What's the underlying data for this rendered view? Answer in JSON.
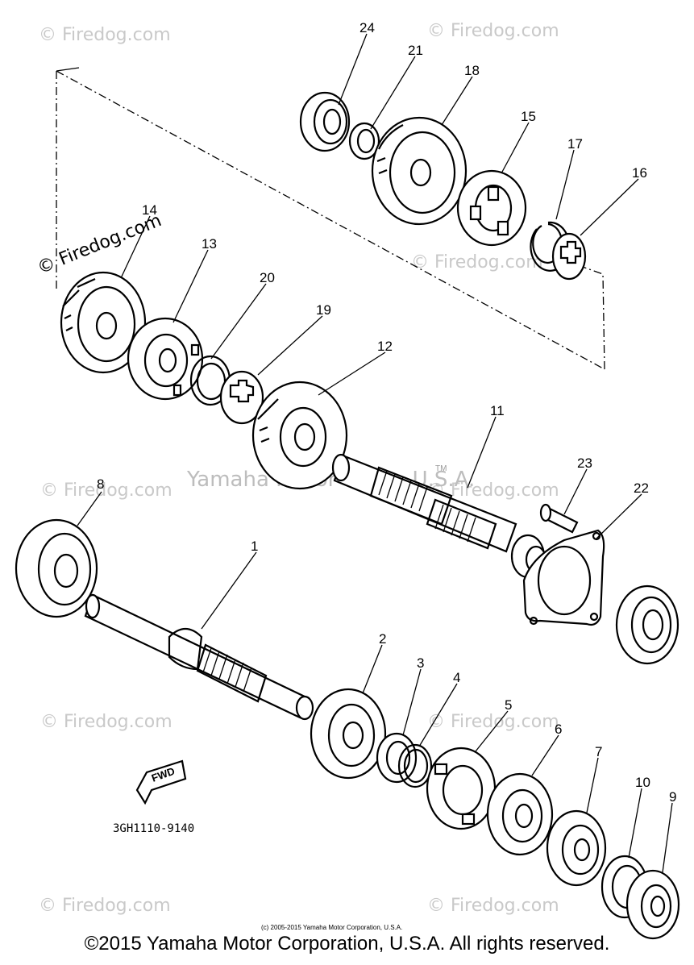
{
  "watermarks": [
    "© Firedog.com",
    "© Firedog.com",
    "© Firedog.com",
    "© Firedog.com",
    "© Firedog.com",
    "© Firedog.com",
    "© Firedog.com",
    "© Firedog.com",
    "© Firedog.com",
    "© Firedog.com"
  ],
  "center_watermark": "Yamaha Motor Corp., U.S.A.",
  "trademark": "TM",
  "part_code": "3GH1110-9140",
  "fwd_label": "FWD",
  "small_copyright": "(c) 2005-2015 Yamaha Motor Corporation, U.S.A.",
  "footer": "©2015 Yamaha Motor Corporation, U.S.A. All rights reserved.",
  "callouts": [
    "1",
    "2",
    "3",
    "4",
    "5",
    "6",
    "7",
    "8",
    "9",
    "10",
    "11",
    "12",
    "13",
    "14",
    "15",
    "16",
    "17",
    "18",
    "19",
    "20",
    "21",
    "22",
    "23",
    "24"
  ]
}
